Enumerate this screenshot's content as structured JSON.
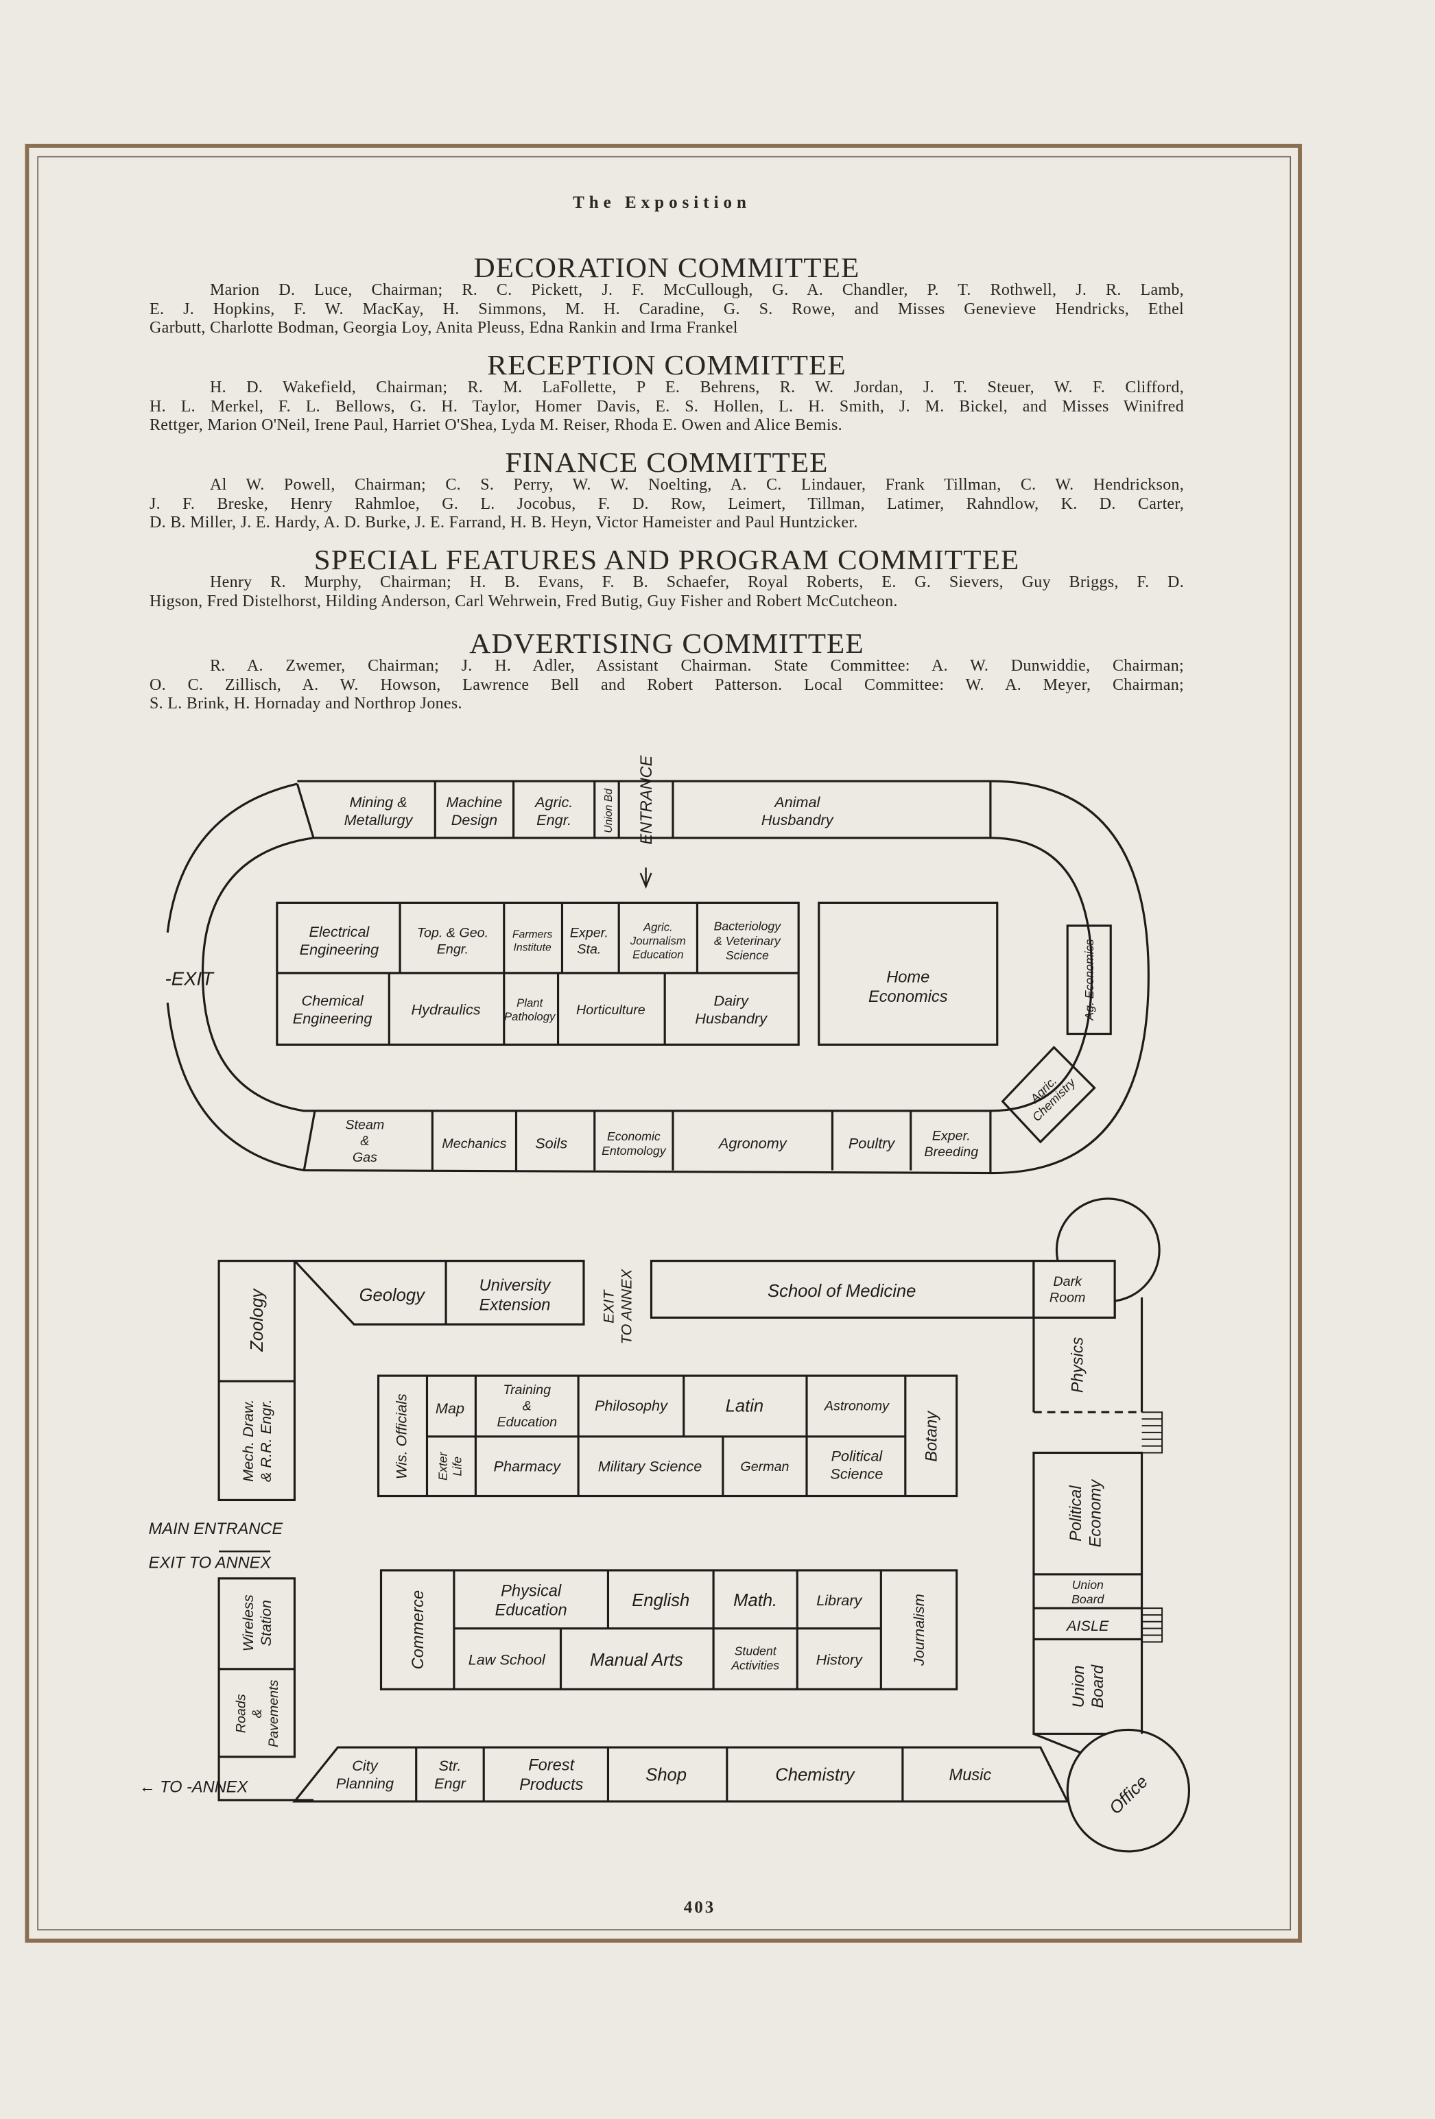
{
  "running_title": "The Exposition",
  "page_number": "403",
  "committees": [
    {
      "title": "DECORATION COMMITTEE",
      "lines": [
        "Marion D. Luce, Chairman; R. C. Pickett, J. F. McCullough, G. A. Chandler, P. T. Rothwell, J. R. Lamb,",
        "E. J. Hopkins, F. W. MacKay, H. Simmons, M. H. Caradine, G. S. Rowe, and Misses Genevieve Hendricks, Ethel",
        "Garbutt, Charlotte Bodman, Georgia Loy, Anita Pleuss, Edna Rankin and Irma Frankel"
      ]
    },
    {
      "title": "RECEPTION COMMITTEE",
      "lines": [
        "H. D. Wakefield, Chairman; R. M. LaFollette, P E. Behrens, R. W. Jordan, J. T. Steuer, W. F. Clifford,",
        "H. L. Merkel, F. L. Bellows, G. H. Taylor, Homer Davis, E. S. Hollen, L. H. Smith, J. M. Bickel, and Misses Winifred",
        "Rettger, Marion O'Neil, Irene Paul, Harriet O'Shea, Lyda M. Reiser, Rhoda E. Owen and Alice Bemis."
      ]
    },
    {
      "title": "FINANCE COMMITTEE",
      "lines": [
        "Al W. Powell, Chairman; C. S. Perry, W. W. Noelting, A. C. Lindauer, Frank Tillman, C. W. Hendrickson,",
        "J. F. Breske, Henry Rahmloe, G. L. Jocobus, F. D. Row, Leimert, Tillman, Latimer, Rahndlow, K. D. Carter,",
        "D. B. Miller, J. E. Hardy, A. D. Burke, J. E. Farrand, H. B. Heyn, Victor Hameister and Paul Huntzicker."
      ]
    },
    {
      "title": "SPECIAL FEATURES AND PROGRAM COMMITTEE",
      "lines": [
        "Henry R. Murphy, Chairman; H. B. Evans, F. B. Schaefer, Royal Roberts, E. G. Sievers, Guy Briggs, F. D.",
        "Higson, Fred Distelhorst, Hilding Anderson, Carl Wehrwein, Fred Butig, Guy Fisher and Robert McCutcheon."
      ]
    },
    {
      "title": "ADVERTISING COMMITTEE",
      "lines": [
        "R. A. Zwemer, Chairman; J. H. Adler, Assistant Chairman.   State Committee:   A. W. Dunwiddie, Chairman;",
        "O. C. Zillisch, A. W. Howson, Lawrence Bell and Robert Patterson.   Local Committee: W. A. Meyer, Chairman;",
        "S. L. Brink, H. Hornaday and Northrop Jones."
      ]
    }
  ],
  "plan": {
    "upper": {
      "mining_metallurgy": [
        "Mining &",
        "Metallurgy"
      ],
      "machine_design": [
        "Machine",
        "Design"
      ],
      "agric_engr": [
        "Agric.",
        "Engr."
      ],
      "union_bd": [
        "Union Bd"
      ],
      "entrance": [
        "ENTRANCE"
      ],
      "animal_husbandry": [
        "Animal",
        "Husbandry"
      ],
      "electrical_engineering": [
        "Electrical",
        "Engineering"
      ],
      "top_geo_engr": [
        "Top. & Geo.",
        "Engr."
      ],
      "farmers_institute": [
        "Farmers",
        "Institute"
      ],
      "exper_sta": [
        "Exper.",
        "Sta."
      ],
      "agric_journalism_education": [
        "Agric.",
        "Journalism",
        "Education"
      ],
      "bacteriology_veterinary": [
        "Bacteriology",
        "& Veterinary",
        "Science"
      ],
      "chemical_engineering": [
        "Chemical",
        "Engineering"
      ],
      "hydraulics": [
        "Hydraulics"
      ],
      "plant_pathology": [
        "Plant",
        "Pathology"
      ],
      "horticulture": [
        "Horticulture"
      ],
      "dairy_husbandry": [
        "Dairy",
        "Husbandry"
      ],
      "home_economics": [
        "Home",
        "Economics"
      ],
      "ag_economics": [
        "Ag. Economics"
      ],
      "agric_chemistry": [
        "Agric.",
        "Chemistry"
      ],
      "exit": [
        "-EXIT"
      ],
      "steam_gas": [
        "Steam",
        "&",
        "Gas"
      ],
      "mechanics": [
        "Mechanics"
      ],
      "soils": [
        "Soils"
      ],
      "economic_entomology": [
        "Economic",
        "Entomology"
      ],
      "agronomy": [
        "Agronomy"
      ],
      "poultry": [
        "Poultry"
      ],
      "exper_breeding": [
        "Exper.",
        "Breeding"
      ]
    },
    "lower": {
      "zoology": [
        "Zoology"
      ],
      "mech_draw": [
        "Mech. Draw.",
        "& R.R. Engr."
      ],
      "main_entrance": [
        "MAIN ENTRANCE"
      ],
      "exit_to_annex_left": [
        "EXIT TO ANNEX"
      ],
      "wireless_station": [
        "Wireless",
        "Station"
      ],
      "roads_pavements": [
        "Roads",
        "&",
        "Pavements"
      ],
      "to_annex": [
        "← TO -ANNEX"
      ],
      "geology": [
        "Geology"
      ],
      "university_extension": [
        "University",
        "Extension"
      ],
      "exit_to_annex_top": [
        "EXIT",
        "TO ANNEX"
      ],
      "school_of_medicine": [
        "School of Medicine"
      ],
      "dark_room": [
        "Dark",
        "Room"
      ],
      "physics": [
        "Physics"
      ],
      "political_economy": [
        "Political",
        "Economy"
      ],
      "union_board_small": [
        "Union",
        "Board"
      ],
      "aisle": [
        "AISLE"
      ],
      "union_board": [
        "Union",
        "Board"
      ],
      "office": [
        "Office"
      ],
      "wis_officials": [
        "Wis. Officials"
      ],
      "map": [
        "Map"
      ],
      "exter_life": [
        "Exter",
        "Life"
      ],
      "training_education": [
        "Training",
        "&",
        "Education"
      ],
      "philosophy": [
        "Philosophy"
      ],
      "latin": [
        "Latin"
      ],
      "astronomy": [
        "Astronomy"
      ],
      "pharmacy": [
        "Pharmacy"
      ],
      "military_science": [
        "Military Science"
      ],
      "german": [
        "German"
      ],
      "political_science": [
        "Political",
        "Science"
      ],
      "botany": [
        "Botany"
      ],
      "commerce": [
        "Commerce"
      ],
      "physical_education": [
        "Physical",
        "Education"
      ],
      "english": [
        "English"
      ],
      "math": [
        "Math."
      ],
      "library": [
        "Library"
      ],
      "law_school": [
        "Law School"
      ],
      "manual_arts": [
        "Manual Arts"
      ],
      "student_activities": [
        "Student",
        "Activities"
      ],
      "history": [
        "History"
      ],
      "journalism": [
        "Journalism"
      ],
      "city_planning": [
        "City",
        "Planning"
      ],
      "str_engr": [
        "Str.",
        "Engr"
      ],
      "forest_products": [
        "Forest",
        "Products"
      ],
      "shop": [
        "Shop"
      ],
      "chemistry": [
        "Chemistry"
      ],
      "music": [
        "Music"
      ]
    }
  },
  "colors": {
    "paper": "#eceae3",
    "frame": "#8a6f52",
    "ink": "#1e1b1a"
  }
}
